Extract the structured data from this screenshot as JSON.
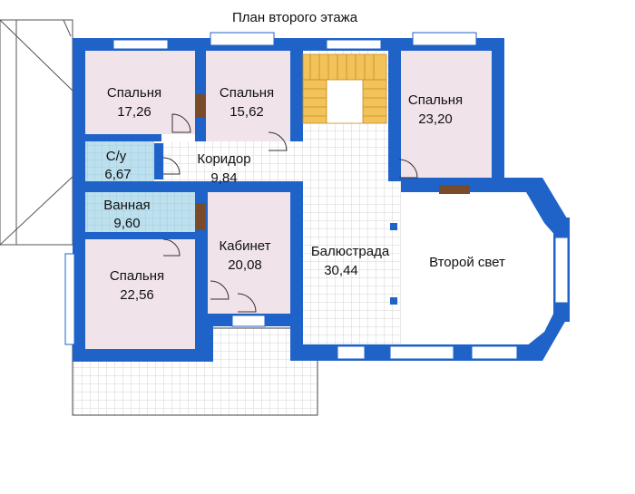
{
  "title": "План второго этажа",
  "colors": {
    "wall": "#1f63c9",
    "room": "#f0e4ea",
    "bathroom": "#bde0ee",
    "grid_floor": "#ffffff",
    "grid_line": "#c9c9c9",
    "stairs": "#f2c35a",
    "outline": "#444444"
  },
  "rooms": [
    {
      "id": "bedroom-1",
      "name": "Спальня",
      "area": "17,26"
    },
    {
      "id": "bedroom-2",
      "name": "Спальня",
      "area": "15,62"
    },
    {
      "id": "bedroom-3",
      "name": "Спальня",
      "area": "23,20"
    },
    {
      "id": "wc",
      "name": "С/у",
      "area": "6,67"
    },
    {
      "id": "corridor",
      "name": "Коридор",
      "area": "9,84"
    },
    {
      "id": "bathroom",
      "name": "Ванная",
      "area": "9,60"
    },
    {
      "id": "bedroom-4",
      "name": "Спальня",
      "area": "22,56"
    },
    {
      "id": "study",
      "name": "Кабинет",
      "area": "20,08"
    },
    {
      "id": "balustrade",
      "name": "Балюстрада",
      "area": "30,44"
    },
    {
      "id": "second-light",
      "name": "Второй свет",
      "area": ""
    }
  ]
}
